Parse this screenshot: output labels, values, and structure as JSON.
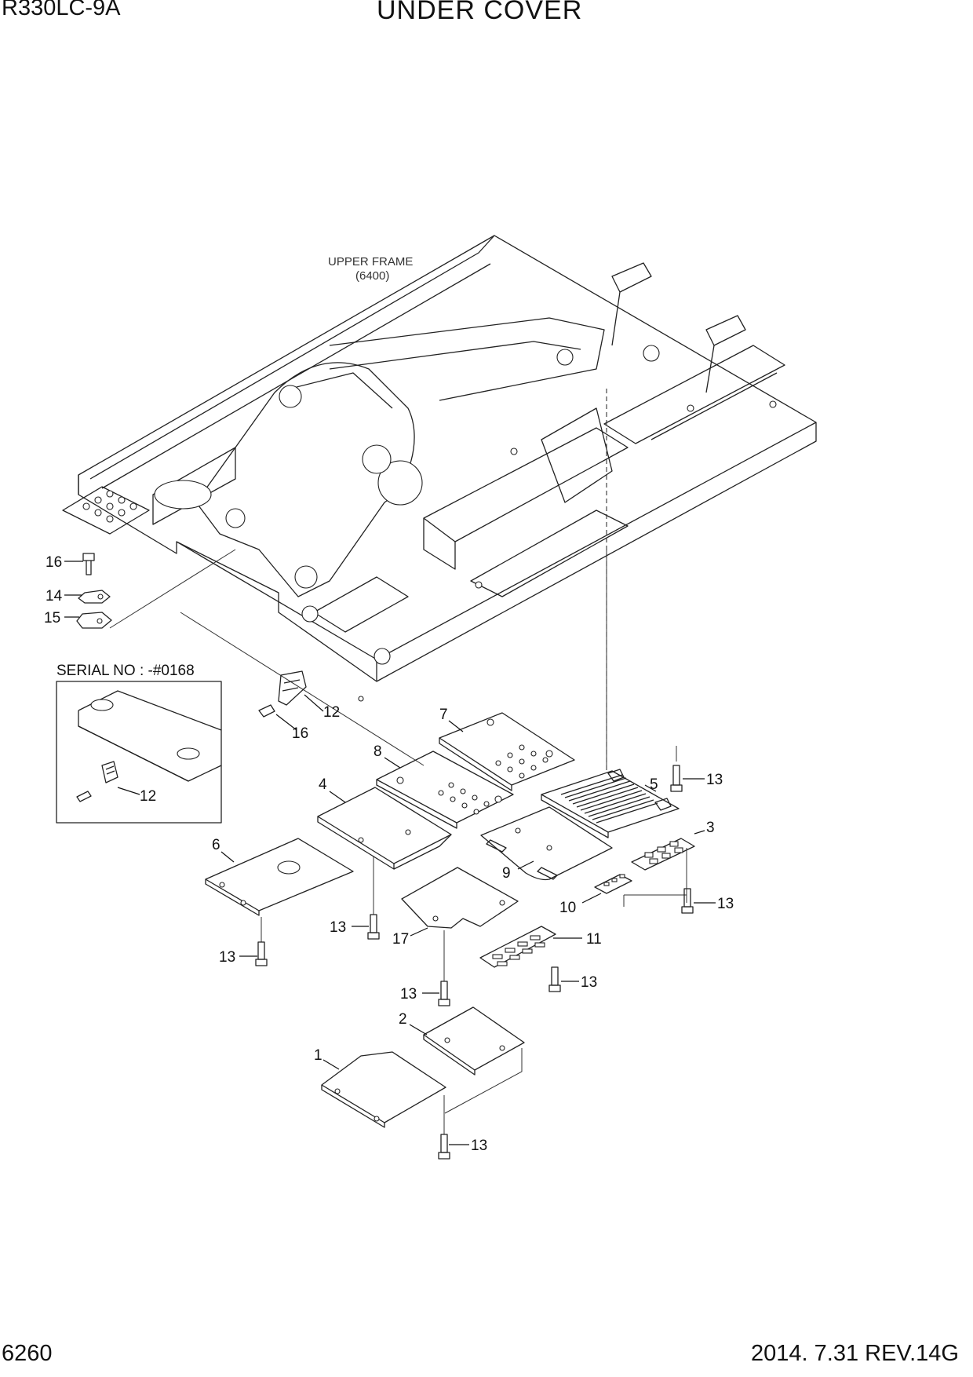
{
  "header": {
    "model": "R330LC-9A",
    "title": "UNDER COVER"
  },
  "footer": {
    "page_number": "6260",
    "revision": "2014. 7.31  REV.14G"
  },
  "diagram": {
    "upper_frame_label": "UPPER FRAME",
    "upper_frame_ref": "(6400)",
    "serial_note": "SERIAL NO : -#0168",
    "callouts": {
      "c1": "1",
      "c2": "2",
      "c3": "3",
      "c4": "4",
      "c5": "5",
      "c6": "6",
      "c7": "7",
      "c8": "8",
      "c9": "9",
      "c10": "10",
      "c11": "11",
      "c12a": "12",
      "c12b": "12",
      "c13a": "13",
      "c13b": "13",
      "c13c": "13",
      "c13d": "13",
      "c13e": "13",
      "c13f": "13",
      "c13g": "13",
      "c14": "14",
      "c15": "15",
      "c16a": "16",
      "c16b": "16",
      "c17": "17"
    }
  }
}
